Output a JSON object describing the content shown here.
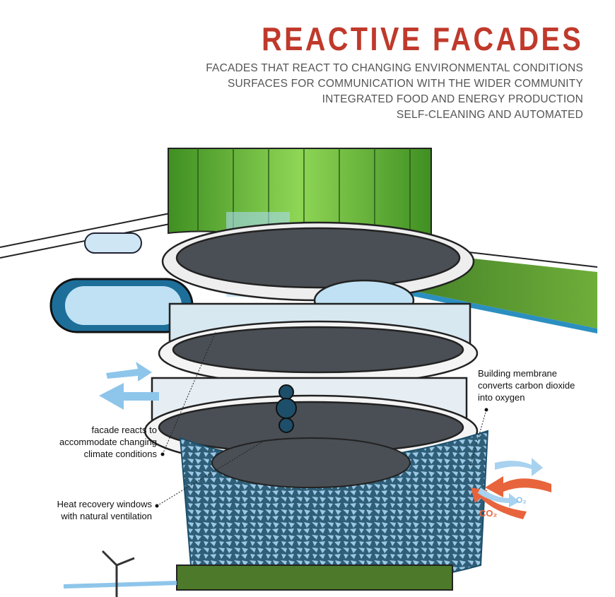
{
  "header": {
    "title": "REACTIVE FACADES",
    "subtitles": [
      "FACADES THAT REACT TO CHANGING ENVIRONMENTAL CONDITIONS",
      "SURFACES FOR COMMUNICATION WITH THE WIDER COMMUNITY",
      "INTEGRATED FOOD AND ENERGY PRODUCTION",
      "SELF-CLEANING AND AUTOMATED"
    ]
  },
  "callouts": {
    "facade": [
      "facade reacts to",
      "accommodate changing",
      "climate conditions"
    ],
    "heat": [
      "Heat recovery windows",
      "with natural ventilation"
    ],
    "membrane": [
      "Building membrane",
      "converts carbon dioxide",
      "into oxygen"
    ]
  },
  "gas_labels": {
    "o2": "O₂",
    "co2": "CO₂"
  },
  "colors": {
    "title": "#c0392b",
    "glass_green": "#6fbf3a",
    "mesh_blue": "#5b9ac4",
    "air_blue": "#8ec5ea",
    "air_red": "#e8643c"
  }
}
